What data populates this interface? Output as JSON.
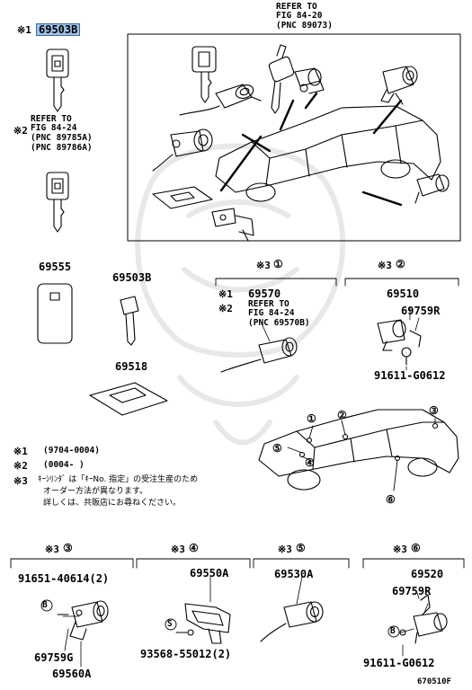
{
  "header": {
    "note_mark": "※1",
    "key_part": "69503B",
    "refer_main": [
      "REFER TO",
      "FIG 84-20",
      "(PNC 89073)"
    ],
    "note2_mark": "※2",
    "refer_key": [
      "REFER TO",
      "FIG 84-24",
      "(PNC 89785A)",
      "(PNC 89786A)"
    ]
  },
  "parts": {
    "p69555": "69555",
    "p69503b": "69503B",
    "p69518": "69518",
    "group1": {
      "mark": "※3",
      "num": "①"
    },
    "group2": {
      "mark": "※3",
      "num": "②"
    },
    "p69570_mark": "※1",
    "p69570": "69570",
    "p69570_mark2": "※2",
    "refer_cyl": [
      "REFER TO",
      "FIG 84-24",
      "(PNC 69570B)"
    ],
    "p69510": "69510",
    "p69759r": "69759R",
    "p91611": "91611-G0612"
  },
  "notes": {
    "n1_mark": "※1",
    "n1_text": "(9704-0004)",
    "n2_mark": "※2",
    "n2_text": "(0004-      )",
    "n3_mark": "※3",
    "n3_lines": [
      "ｷｰｼﾘﾝﾀﾞ は「ｷｰNo. 指定」の受注生産のため",
      "オーダー方法が異なります。",
      "詳しくは、共販店にお尋ねください。"
    ]
  },
  "callouts": [
    "①",
    "②",
    "③",
    "④",
    "⑤",
    "⑥"
  ],
  "bottom": {
    "g3": {
      "mark": "※3",
      "num": "③",
      "part_a": "91651-40614(2)",
      "part_b": "69759G",
      "part_c": "69560A",
      "badge": "B"
    },
    "g4": {
      "mark": "※3",
      "num": "④",
      "part_a": "69550A",
      "part_b": "93568-55012(2)",
      "badge": "S"
    },
    "g5": {
      "mark": "※3",
      "num": "⑤",
      "part_a": "69530A"
    },
    "g6": {
      "mark": "※3",
      "num": "⑥",
      "part_a": "69520",
      "part_b": "69759R",
      "part_c": "91611-G0612",
      "badge": "B"
    }
  },
  "figure_code": "670510F"
}
